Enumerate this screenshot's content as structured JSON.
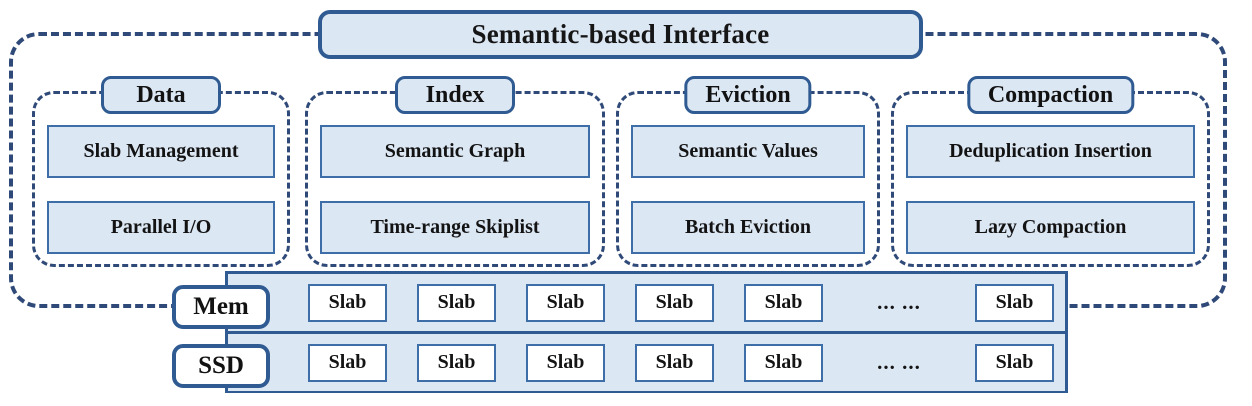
{
  "figure": {
    "interface": {
      "label": "Semantic-based Interface"
    },
    "groups": [
      {
        "title": "Data",
        "items": [
          "Slab Management",
          "Parallel I/O"
        ]
      },
      {
        "title": "Index",
        "items": [
          "Semantic Graph",
          "Time-range Skiplist"
        ]
      },
      {
        "title": "Eviction",
        "items": [
          "Semantic Values",
          "Batch Eviction"
        ]
      },
      {
        "title": "Compaction",
        "items": [
          "Deduplication Insertion",
          "Lazy Compaction"
        ]
      }
    ],
    "storage": {
      "tiers": [
        {
          "label": "Mem",
          "slabs": [
            "Slab",
            "Slab",
            "Slab",
            "Slab",
            "Slab"
          ],
          "ellipsis": "... ...",
          "tail_slab": "Slab"
        },
        {
          "label": "SSD",
          "slabs": [
            "Slab",
            "Slab",
            "Slab",
            "Slab",
            "Slab"
          ],
          "ellipsis": "... ...",
          "tail_slab": "Slab"
        }
      ]
    },
    "colors": {
      "box_fill": "#dce7f4",
      "box_border": "#2f5b92",
      "item_border": "#3e6ea8",
      "dashed_border": "#2f4a78",
      "text": "#131313",
      "white_fill": "#ffffff"
    }
  }
}
